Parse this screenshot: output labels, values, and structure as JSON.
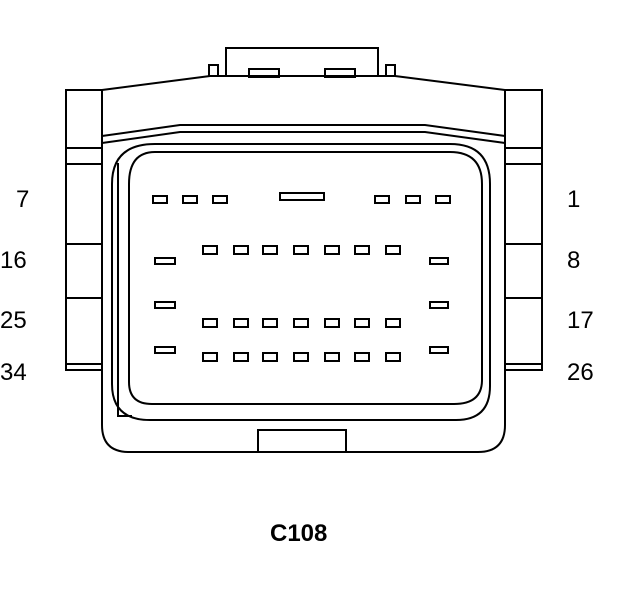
{
  "connector": {
    "id": "C108"
  },
  "pin_labels": {
    "left": [
      "7",
      "16",
      "25",
      "34"
    ],
    "right": [
      "1",
      "8",
      "17",
      "26"
    ]
  },
  "colors": {
    "line": "#000000",
    "background": "#ffffff"
  }
}
